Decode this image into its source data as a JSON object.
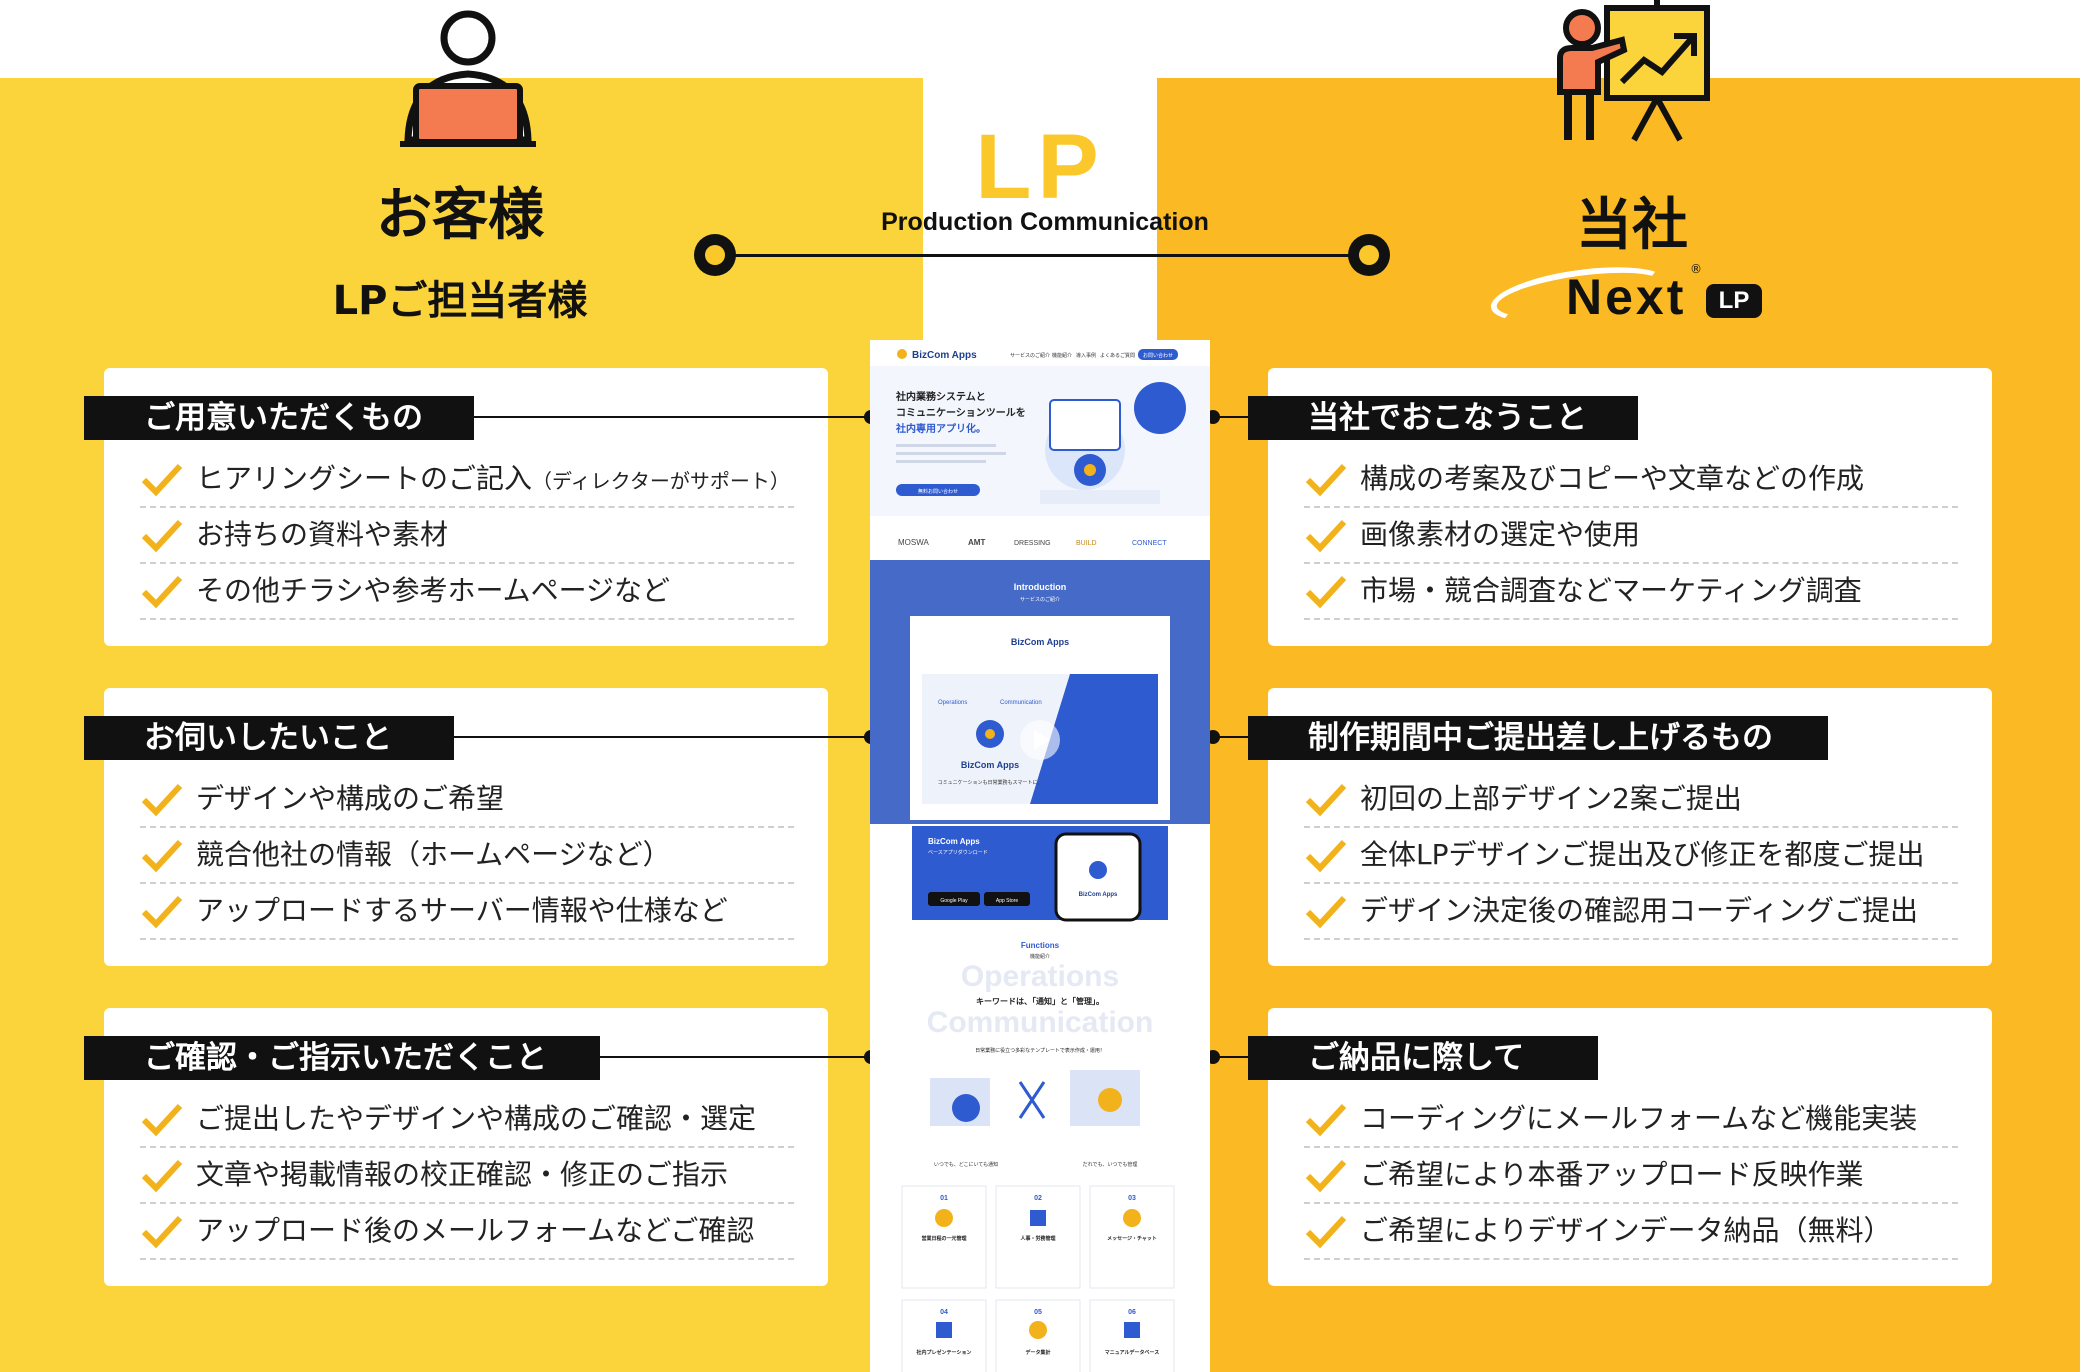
{
  "customer": {
    "title": "お客様",
    "subtitle": "LPご担当者様"
  },
  "company": {
    "title": "当社",
    "logo_text": "Next",
    "logo_badge": "LP",
    "logo_reg": "®"
  },
  "center": {
    "title": "LP",
    "subtitle": "Production Communication"
  },
  "colors": {
    "left_bg": "#fbd43c",
    "right_bg": "#fbb923",
    "accent": "#fbc82c",
    "check": "#f2b21c",
    "dark": "#111111"
  },
  "left_cards": [
    {
      "label": "ご用意いただくもの",
      "items": [
        {
          "text": "ヒアリングシートのご記入",
          "note": "（ディレクターがサポート）"
        },
        {
          "text": "お持ちの資料や素材"
        },
        {
          "text": "その他チラシや参考ホームページなど"
        }
      ]
    },
    {
      "label": "お伺いしたいこと",
      "items": [
        {
          "text": "デザインや構成のご希望"
        },
        {
          "text": "競合他社の情報（ホームページなど）"
        },
        {
          "text": "アップロードするサーバー情報や仕様など"
        }
      ]
    },
    {
      "label": "ご確認・ご指示いただくこと",
      "items": [
        {
          "text": "ご提出したやデザインや構成のご確認・選定"
        },
        {
          "text": "文章や掲載情報の校正確認・修正のご指示"
        },
        {
          "text": "アップロード後のメールフォームなどご確認"
        }
      ]
    }
  ],
  "right_cards": [
    {
      "label": "当社でおこなうこと",
      "items": [
        {
          "text": "構成の考案及びコピーや文章などの作成"
        },
        {
          "text": "画像素材の選定や使用"
        },
        {
          "text": "市場・競合調査などマーケティング調査"
        }
      ]
    },
    {
      "label": "制作期間中ご提出差し上げるもの",
      "items": [
        {
          "text": "初回の上部デザイン2案ご提出"
        },
        {
          "text": "全体LPデザインご提出及び修正を都度ご提出"
        },
        {
          "text": "デザイン決定後の確認用コーディングご提出"
        }
      ]
    },
    {
      "label": "ご納品に際して",
      "items": [
        {
          "text": "コーディングにメールフォームなど機能実装"
        },
        {
          "text": "ご希望により本番アップロード反映作業"
        },
        {
          "text": "ご希望によりデザインデータ納品（無料）"
        }
      ]
    }
  ],
  "mockup": {
    "brand": "BizCom Apps",
    "nav": [
      "サービスのご紹介",
      "機能紹介",
      "導入事例",
      "よくあるご質問"
    ],
    "nav_cta": "お問い合わせ",
    "hero_line1": "社内業務システムと",
    "hero_line2": "コミュニケーションツールを",
    "hero_line3": "社内専用アプリ化。",
    "hero_btn": "無料お問い合わせ",
    "logos": [
      "MOSWA",
      "AMT",
      "DRESSING",
      "BUILD",
      "CONNECT"
    ],
    "intro_en": "Introduction",
    "intro_jp": "サービスのご紹介",
    "video_tag_left": "Operations",
    "video_tag_right": "Communication",
    "video_title": "BizCom Apps",
    "video_caption": "コミュニケーションも日常業務もスマートに。",
    "dl_title": "BizCom Apps",
    "dl_sub": "ベースアプリダウンロード",
    "store1": "Google Play",
    "store2": "App Store",
    "phone_label": "BizCom Apps",
    "func_en": "Functions",
    "func_jp": "機能紹介",
    "func_big1": "Operations",
    "func_big2": "Communication",
    "func_key": "キーワードは、「通知」と「管理」。",
    "func_desc": "日常業務に役立つ多彩なテンプレートで表示作成・運用！",
    "func_left_cap": "いつでも、どこにいても通知",
    "func_right_cap": "だれでも、いつでも管理",
    "features": [
      {
        "num": "01",
        "title": "営業日程の一元管理"
      },
      {
        "num": "02",
        "title": "人事・労務管理"
      },
      {
        "num": "03",
        "title": "メッセージ・チャット"
      },
      {
        "num": "04",
        "title": "社内プレゼンテーション"
      },
      {
        "num": "05",
        "title": "データ集計"
      },
      {
        "num": "06",
        "title": "マニュアルデータベース"
      }
    ]
  }
}
